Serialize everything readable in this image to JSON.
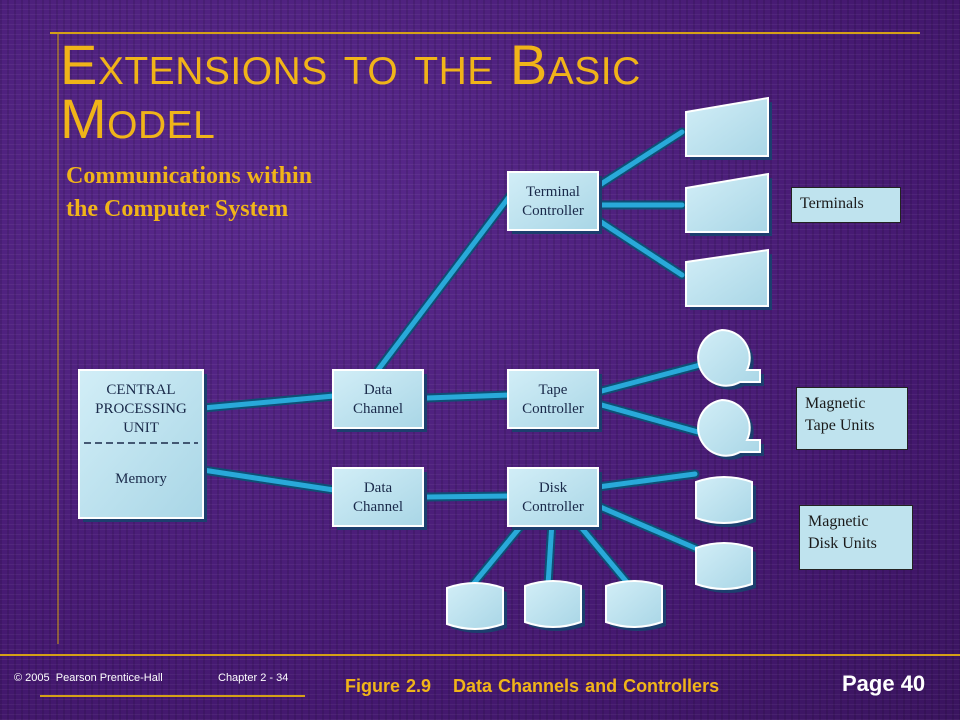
{
  "title": {
    "line1": "Extensions to the Basic",
    "line2": "Model"
  },
  "subtitle": {
    "line1": "Communications within",
    "line2": "the Computer System"
  },
  "diagram": {
    "cpu": {
      "line1": "CENTRAL",
      "line2": "PROCESSING",
      "line3": "UNIT",
      "memory": "Memory"
    },
    "data_channel_top": {
      "line1": "Data",
      "line2": "Channel"
    },
    "data_channel_bottom": {
      "line1": "Data",
      "line2": "Channel"
    },
    "terminal_controller": {
      "line1": "Terminal",
      "line2": "Controller"
    },
    "tape_controller": {
      "line1": "Tape",
      "line2": "Controller"
    },
    "disk_controller": {
      "line1": "Disk",
      "line2": "Controller"
    }
  },
  "legend": {
    "terminals": "Terminals",
    "tape": {
      "line1": "Magnetic",
      "line2": "Tape Units"
    },
    "disk": {
      "line1": "Magnetic",
      "line2": "Disk Units"
    }
  },
  "footer": {
    "copyright": "© 2005  Pearson Prentice-Hall",
    "chapter": "Chapter 2 - 34",
    "figure_number": "Figure 2.9",
    "figure_name": "Data Channels and Controllers",
    "page": "Page 40"
  },
  "colors": {
    "background": "#4a1f7a",
    "accent": "#f0b419",
    "box_fill": "#bfe3ee",
    "connector": "#29a9d9"
  }
}
